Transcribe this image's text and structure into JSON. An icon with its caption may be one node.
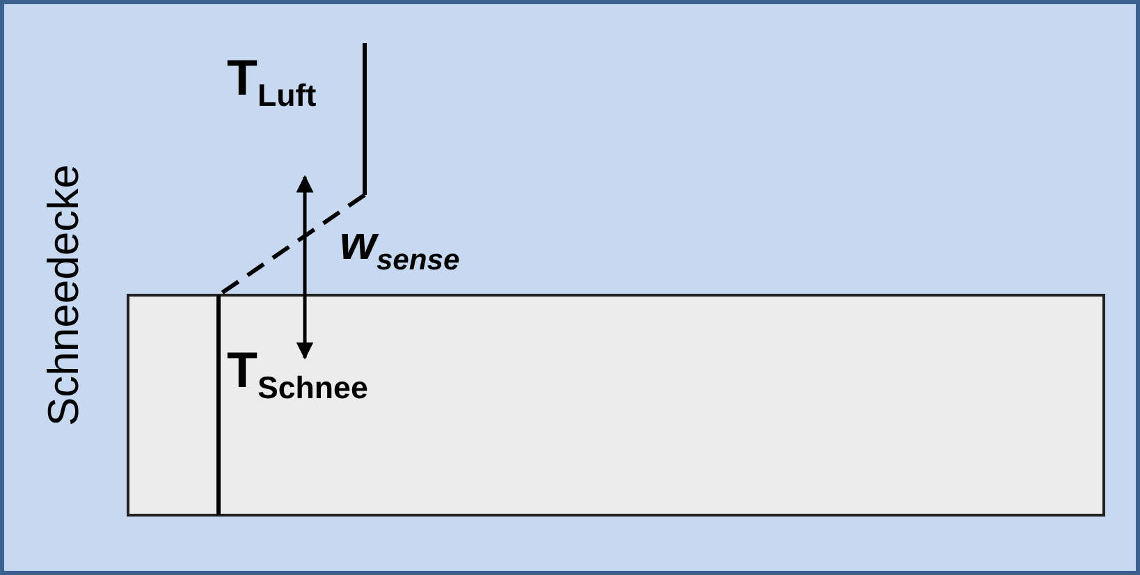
{
  "diagram": {
    "labels": [
      "Schneedecke",
      "T$_{Luft}$",
      "w$_{sense}$",
      "T$_{Schnee}$"
    ]
  }
}
